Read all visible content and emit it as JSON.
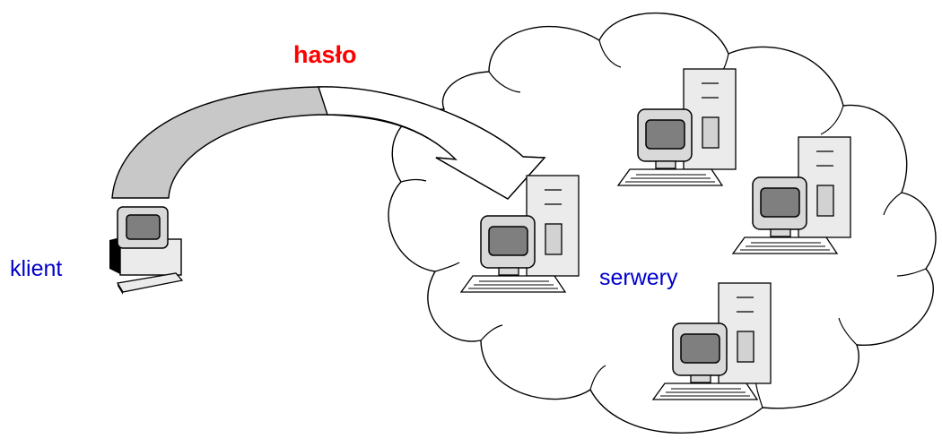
{
  "labels": {
    "password": "hasło",
    "client": "klient",
    "servers": "serwery"
  },
  "colors": {
    "password_label": "#ff0000",
    "client_label": "#0000cc",
    "servers_label": "#0000cc",
    "arrow_fill": "#c8c8c8",
    "outline": "#000000",
    "screen": "#7f7f7f",
    "device_body": "#e6e6e6"
  },
  "icons": {
    "client": "client-computer-icon",
    "servers": [
      "server-computer-icon",
      "server-computer-icon",
      "server-computer-icon",
      "server-computer-icon"
    ],
    "cloud": "network-cloud",
    "arrow": "curved-arrow"
  }
}
